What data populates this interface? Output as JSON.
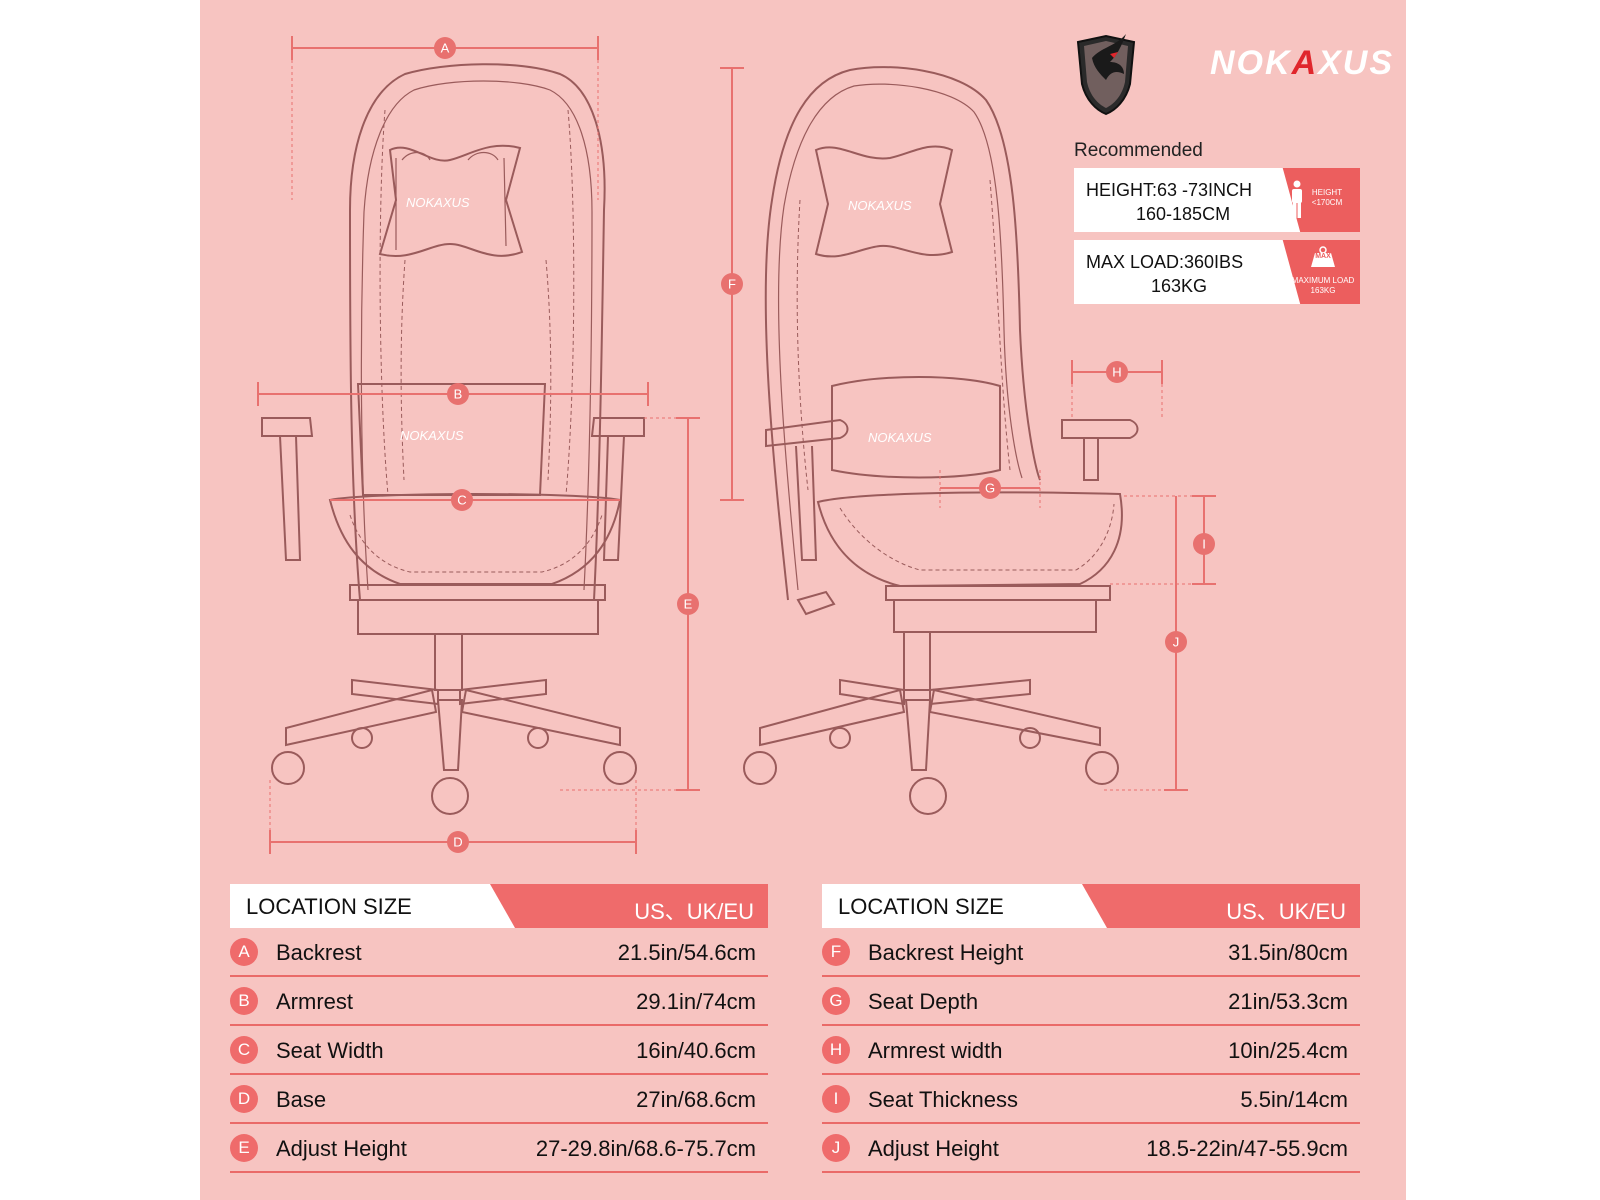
{
  "brand": {
    "name_pre": "NOK",
    "name_accent": "A",
    "name_post": "XUS"
  },
  "recommended": {
    "title": "Recommended",
    "height_text": "HEIGHT:63 -73INCH\n          160-185CM",
    "height_badge": "HEIGHT\n<170CM",
    "load_text": "MAX LOAD:360IBS\n             163KG",
    "load_badge_top": "MAX",
    "load_badge": "MAXIMUM LOAD\n163KG"
  },
  "diagram_markers": [
    "A",
    "B",
    "C",
    "D",
    "E",
    "F",
    "G",
    "H",
    "I",
    "J"
  ],
  "tables": [
    {
      "header": "LOCATION SIZE",
      "standard": "US、UK/EU",
      "rows": [
        {
          "key": "A",
          "name": "Backrest",
          "value": "21.5in/54.6cm"
        },
        {
          "key": "B",
          "name": "Armrest",
          "value": "29.1in/74cm"
        },
        {
          "key": "C",
          "name": "Seat Width",
          "value": "16in/40.6cm"
        },
        {
          "key": "D",
          "name": "Base",
          "value": "27in/68.6cm"
        },
        {
          "key": "E",
          "name": "Adjust Height",
          "value": "27-29.8in/68.6-75.7cm"
        }
      ]
    },
    {
      "header": "LOCATION SIZE",
      "standard": "US、UK/EU",
      "rows": [
        {
          "key": "F",
          "name": "Backrest Height",
          "value": "31.5in/80cm"
        },
        {
          "key": "G",
          "name": "Seat Depth",
          "value": "21in/53.3cm"
        },
        {
          "key": "H",
          "name": "Armrest width",
          "value": "10in/25.4cm"
        },
        {
          "key": "I",
          "name": "Seat Thickness",
          "value": "5.5in/14cm"
        },
        {
          "key": "J",
          "name": "Adjust Height",
          "value": "18.5-22in/47-55.9cm"
        }
      ]
    }
  ],
  "colors": {
    "panel": "#f7c4c1",
    "accent": "#ef6b6b",
    "line": "#9a5b5b",
    "logo_accent": "#e0262c"
  }
}
